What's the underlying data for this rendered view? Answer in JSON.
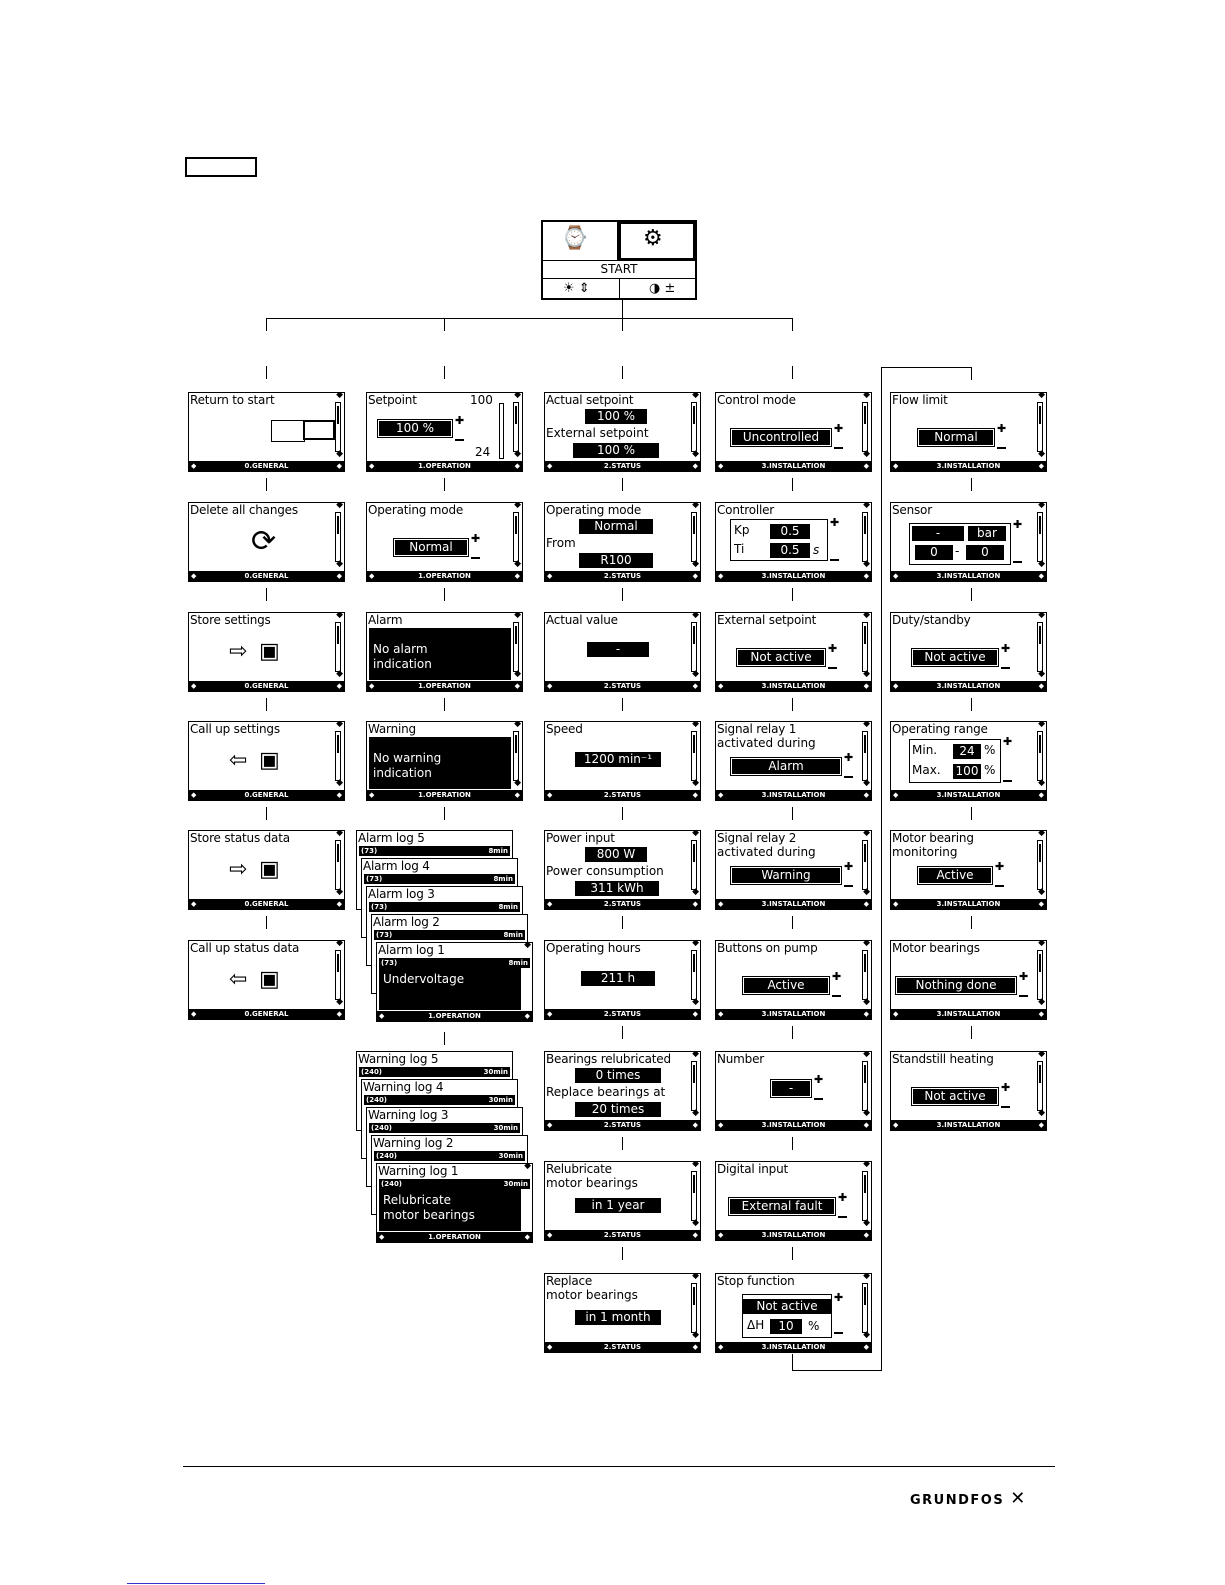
{
  "start_label": "START",
  "general": [
    {
      "title": "Return to start",
      "bar": "0.GENERAL"
    },
    {
      "title": "Delete all changes",
      "bar": "0.GENERAL"
    },
    {
      "title": "Store settings",
      "bar": "0.GENERAL"
    },
    {
      "title": "Call up settings",
      "bar": "0.GENERAL"
    },
    {
      "title": "Store status data",
      "bar": "0.GENERAL"
    },
    {
      "title": "Call up status data",
      "bar": "0.GENERAL"
    }
  ],
  "operation": {
    "bar": "1.OPERATION",
    "setpoint": {
      "title": "Setpoint",
      "value": "100 %",
      "max": "100",
      "min": "24"
    },
    "operating_mode": {
      "title": "Operating mode",
      "value": "Normal"
    },
    "alarm": {
      "title": "Alarm",
      "text1": "No alarm",
      "text2": "indication"
    },
    "warning": {
      "title": "Warning",
      "text1": "No warning",
      "text2": "indication"
    },
    "alarm_logs": [
      "Alarm log 5",
      "Alarm log 4",
      "Alarm log 3",
      "Alarm log 2",
      "Alarm log 1"
    ],
    "alarm_code": "(73)",
    "alarm_time": "8min",
    "alarm_text": "Undervoltage",
    "warning_logs": [
      "Warning log 5",
      "Warning log 4",
      "Warning log 3",
      "Warning log 2",
      "Warning log 1"
    ],
    "warning_code": "(240)",
    "warning_time": "30min",
    "warning_text1": "Relubricate",
    "warning_text2": "motor bearings"
  },
  "status": {
    "bar": "2.STATUS",
    "s1": {
      "t1": "Actual setpoint",
      "v1": "100 %",
      "t2": "External setpoint",
      "v2": "100 %"
    },
    "s2": {
      "t1": "Operating mode",
      "v1": "Normal",
      "t2": "From",
      "v2": "R100"
    },
    "s3": {
      "t1": "Actual value",
      "v1": "-"
    },
    "s4": {
      "t1": "Speed",
      "v1": "1200 min⁻¹"
    },
    "s5": {
      "t1": "Power input",
      "v1": "800 W",
      "t2": "Power consumption",
      "v2": "311 kWh"
    },
    "s6": {
      "t1": "Operating hours",
      "v1": "211 h"
    },
    "s7": {
      "t1": "Bearings relubricated",
      "v1": "0 times",
      "t2": "Replace bearings at",
      "v2": "20 times"
    },
    "s8": {
      "t1": "Relubricate",
      "t2": "motor bearings",
      "v1": "in 1 year"
    },
    "s9": {
      "t1": "Replace",
      "t2": "motor bearings",
      "v1": "in 1 month"
    }
  },
  "installation": {
    "bar": "3.INSTALLATION",
    "i1": {
      "t1": "Control mode",
      "v1": "Uncontrolled"
    },
    "i2": {
      "t1": "Controller",
      "kp": "Kp",
      "kpv": "0.5",
      "ti": "Ti",
      "tiv": "0.5",
      "unit": "s"
    },
    "i3": {
      "t1": "External setpoint",
      "v1": "Not active"
    },
    "i4": {
      "t1": "Signal relay 1",
      "t2": "activated during",
      "v1": "Alarm"
    },
    "i5": {
      "t1": "Signal relay 2",
      "t2": "activated during",
      "v1": "Warning"
    },
    "i6": {
      "t1": "Buttons on pump",
      "v1": "Active"
    },
    "i7": {
      "t1": "Number",
      "v1": "-"
    },
    "i8": {
      "t1": "Digital input",
      "v1": "External fault"
    },
    "i9": {
      "t1": "Stop function",
      "v1": "Not active",
      "dh": "ΔH",
      "dhv": "10",
      "unit": "%"
    }
  },
  "installation2": {
    "j1": {
      "t1": "Flow limit",
      "v1": "Normal"
    },
    "j2": {
      "t1": "Sensor",
      "a": "-",
      "b": "bar",
      "c": "0",
      "d": "0"
    },
    "j3": {
      "t1": "Duty/standby",
      "v1": "Not active"
    },
    "j4": {
      "t1": "Operating range",
      "min": "Min.",
      "minv": "24",
      "max": "Max.",
      "maxv": "100",
      "unit": "%"
    },
    "j5": {
      "t1": "Motor bearing",
      "t2": "monitoring",
      "v1": "Active"
    },
    "j6": {
      "t1": "Motor bearings",
      "v1": "Nothing done"
    },
    "j7": {
      "t1": "Standstill heating",
      "v1": "Not active"
    }
  },
  "logo": "GRUNDFOS"
}
